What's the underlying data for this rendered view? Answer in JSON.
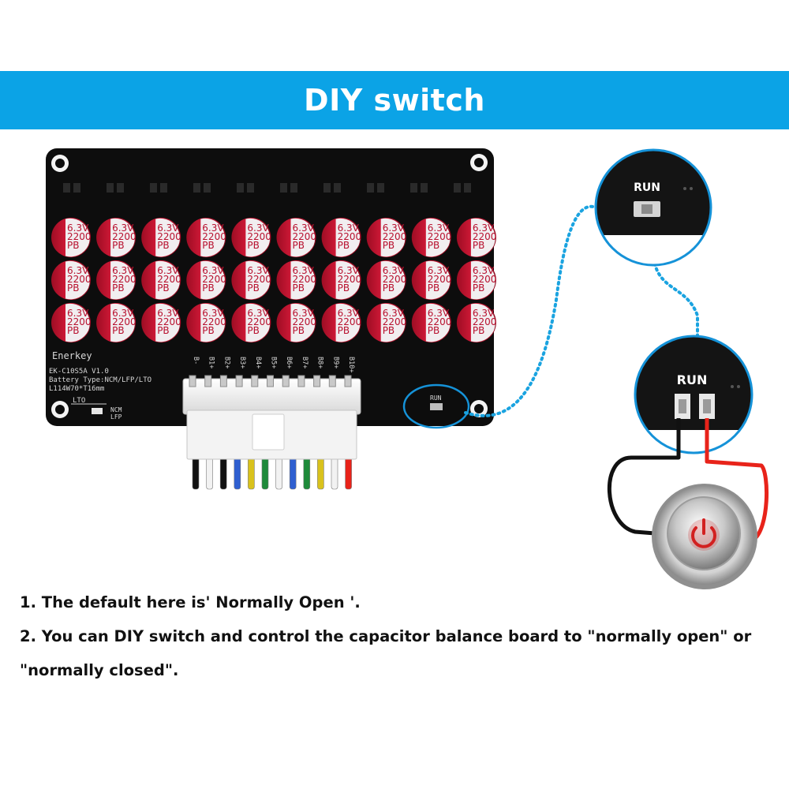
{
  "banner": {
    "title": "DIY switch"
  },
  "board": {
    "brand": "Enerkey",
    "model_line": "EK-C10S5A  V1.0",
    "battery_line": "Battery Type:NCM/LFP/LTO",
    "size_line": "L114W70*T16mm",
    "lto_label": "LTO",
    "ncm_label": "NCM",
    "lfp_label": "LFP",
    "run_label": "RUN",
    "capacitor": {
      "voltage": "6.3V",
      "capacitance": "2200",
      "series": "PB"
    },
    "pin_labels": [
      "B-",
      "B1+",
      "B2+",
      "B3+",
      "B4+",
      "B5+",
      "B6+",
      "B7+",
      "B8+",
      "B9+",
      "B10+"
    ]
  },
  "zoom_top": {
    "label": "RUN"
  },
  "zoom_bottom": {
    "label": "RUN"
  },
  "notes": {
    "line1": "1. The default here is' Normally Open '.",
    "line2": "2. You can DIY switch and control the capacitor balance board to \"normally open\" or \"normally closed\"."
  },
  "colors": {
    "banner": "#0ba3e6",
    "board": "#0d0d0d",
    "capacitor": "#c41432",
    "dotted_line": "#1aa3e0",
    "wire_red": "#e8231a",
    "wire_black": "#111111"
  },
  "wire_colors": [
    "#111111",
    "#f2f2f2",
    "#111111",
    "#2f5fd0",
    "#d9c21c",
    "#1e8a3a",
    "#f2f2f2",
    "#2f5fd0",
    "#1e8a3a",
    "#d9c21c",
    "#f2f2f2",
    "#e8231a"
  ]
}
